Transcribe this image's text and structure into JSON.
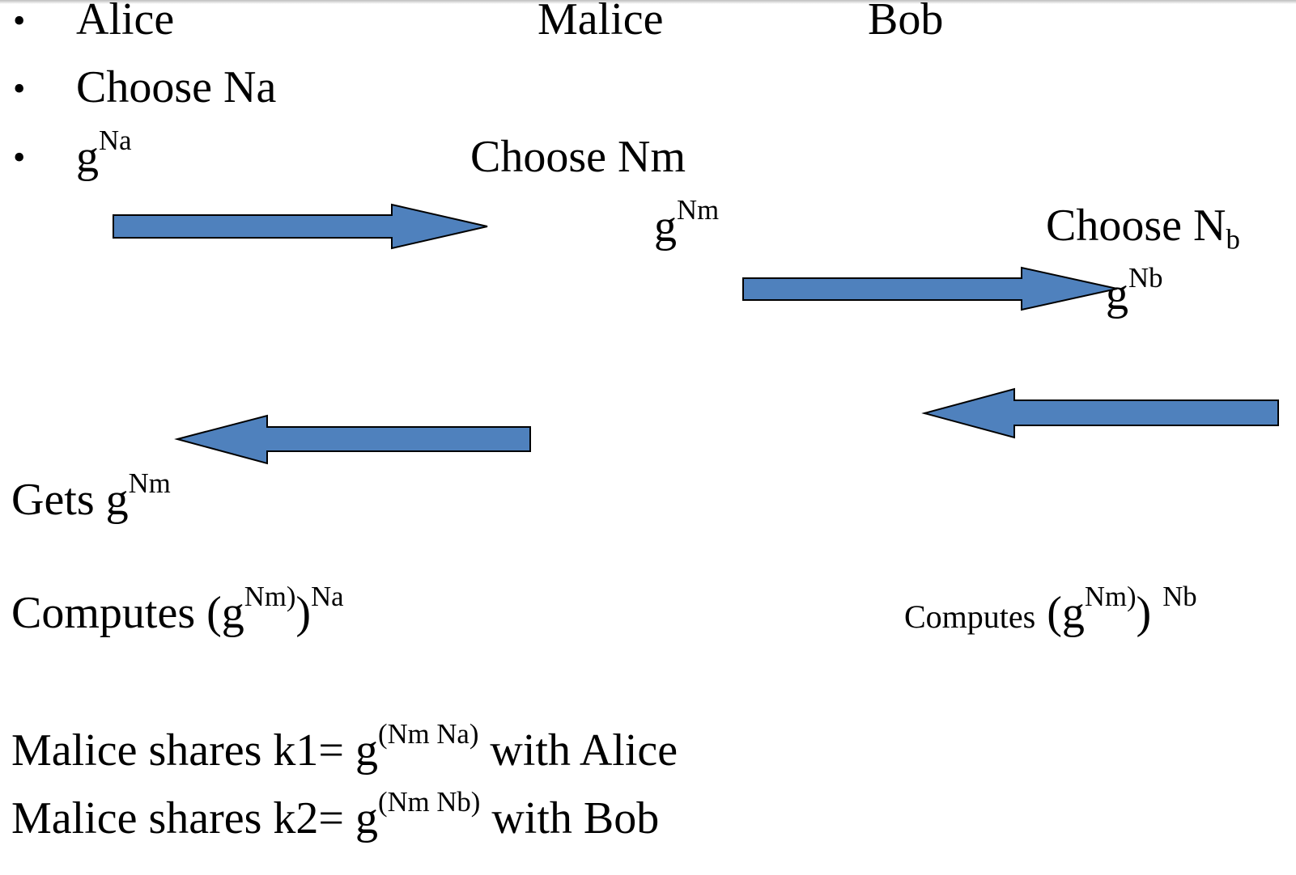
{
  "bullets": [
    "Alice",
    "Choose Na",
    "g"
  ],
  "bullet_sup": "Na",
  "labels": {
    "malice": "Malice",
    "bob": "Bob",
    "choose_nm": "Choose Nm",
    "g_nm_base": "g",
    "g_nm_sup": "Nm",
    "choose_nb_text": "Choose N",
    "choose_nb_sub": "b",
    "g_nb_base": "g",
    "g_nb_sup": "Nb",
    "gets_text": "Gets g",
    "gets_sup": "Nm",
    "alice_computes_text": "Computes (g",
    "alice_computes_inner_sup": "Nm)",
    "alice_computes_close": ")",
    "alice_computes_outer_sup": "Na",
    "bob_computes_word": "Computes",
    "bob_computes_open": "(g",
    "bob_computes_inner_sup": "Nm)",
    "bob_computes_close": ")",
    "bob_computes_outer_sup": "Nb",
    "k1_text": "Malice shares k1=  g",
    "k1_sup": "(Nm Na)",
    "k1_tail": " with Alice",
    "k2_text": "Malice shares k2=  g",
    "k2_sup": "(Nm Nb)",
    "k2_tail": " with Bob"
  },
  "colors": {
    "arrow_fill": "#4f81bd",
    "arrow_stroke": "#000000"
  }
}
